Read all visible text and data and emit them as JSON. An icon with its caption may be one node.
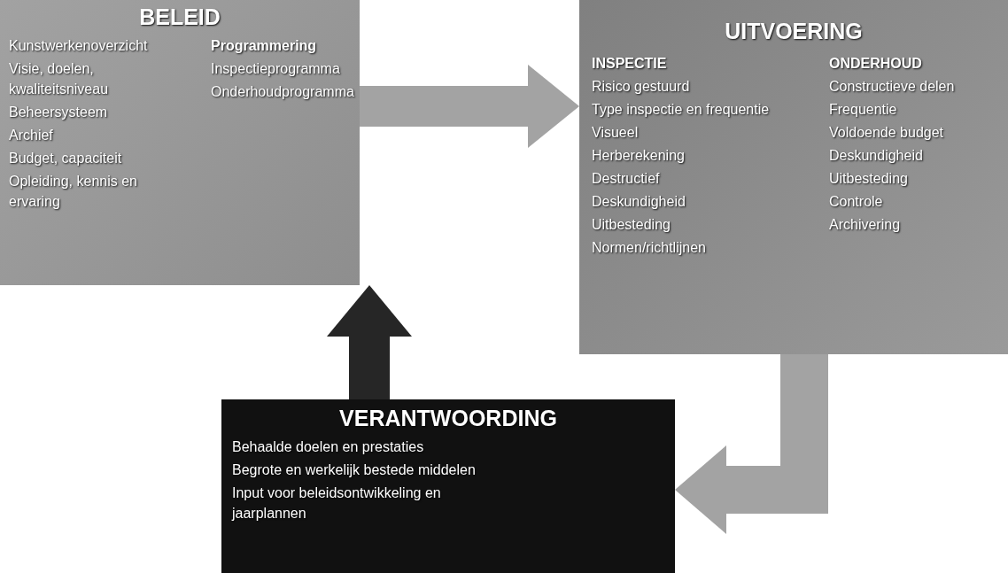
{
  "diagram": {
    "nodes": [
      {
        "text": [
          "BELEID",
          "Kunstwerkenoverzicht",
          "Visie, doelen, kwaliteitsniveau",
          "Beheersysteem",
          "Archief",
          "Budget, capaciteit",
          "Opleiding, kennis en ervaring",
          "Programmering",
          "Inspectieprogramma",
          "Onderhoudprogramma"
        ]
      },
      {
        "text": [
          "UITVOERING",
          "INSPECTIE",
          "Risico gestuurd",
          "Type inspectie en frequentie",
          "Visueel",
          "Herberekening",
          "Destructief",
          "Deskundigheid",
          "Uitbesteding",
          "Normen/richtlijnen",
          "ONDERHOUD",
          "Constructieve delen",
          "Frequentie",
          "Voldoende budget",
          "Deskundigheid",
          "Uitbesteding",
          "Controle",
          "Archivering"
        ]
      },
      {
        "text": [
          "VERANTWOORDING",
          "Behaalde doelen en prestaties",
          "Begrote en werkelijk bestede middelen",
          "Input voor beleidsontwikkeling en jaarplannen"
        ]
      }
    ],
    "edges": [
      {
        "from": 0,
        "to": 1,
        "arrow": "to"
      },
      {
        "from": 1,
        "to": 2,
        "arrow": "to"
      },
      {
        "from": 2,
        "to": 0,
        "arrow": "to",
        "color": "#262626"
      }
    ]
  }
}
